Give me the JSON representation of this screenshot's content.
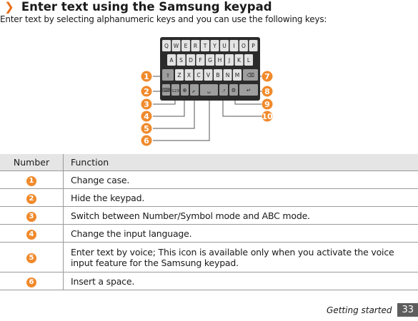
{
  "section": {
    "bullet_icon": "orange-chevron-icon",
    "title": "Enter text using the Samsung keypad",
    "intro": "Enter text by selecting alphanumeric keys and you can use the following keys:"
  },
  "keypad": {
    "rows": [
      [
        "Q",
        "W",
        "E",
        "R",
        "T",
        "Y",
        "U",
        "I",
        "O",
        "P"
      ],
      [
        "A",
        "S",
        "D",
        "F",
        "G",
        "H",
        "J",
        "K",
        "L"
      ],
      [
        "⇧",
        "Z",
        "X",
        "C",
        "V",
        "B",
        "N",
        "M",
        "⌫"
      ],
      [
        "⌨",
        "123",
        "⊕",
        "🎤",
        "␣",
        ".?",
        "⚙",
        "↵"
      ]
    ],
    "callouts": [
      "1",
      "2",
      "3",
      "4",
      "5",
      "6",
      "7",
      "8",
      "9",
      "10"
    ]
  },
  "table": {
    "headers": {
      "number": "Number",
      "function": "Function"
    },
    "rows": [
      {
        "number": "1",
        "function": "Change case."
      },
      {
        "number": "2",
        "function": "Hide the keypad."
      },
      {
        "number": "3",
        "function": "Switch between Number/Symbol mode and ABC mode."
      },
      {
        "number": "4",
        "function": "Change the input language."
      },
      {
        "number": "5",
        "function": "Enter text by voice; This icon is available only when you activate the voice input feature for the Samsung keypad."
      },
      {
        "number": "6",
        "function": "Insert a space."
      }
    ]
  },
  "footer": {
    "section": "Getting started",
    "page": "33"
  },
  "colors": {
    "accent": "#f08a2c",
    "keypad_bg": "#2b2b2b",
    "key": "#e3e3e3",
    "header_bg": "#e5e5e5"
  }
}
